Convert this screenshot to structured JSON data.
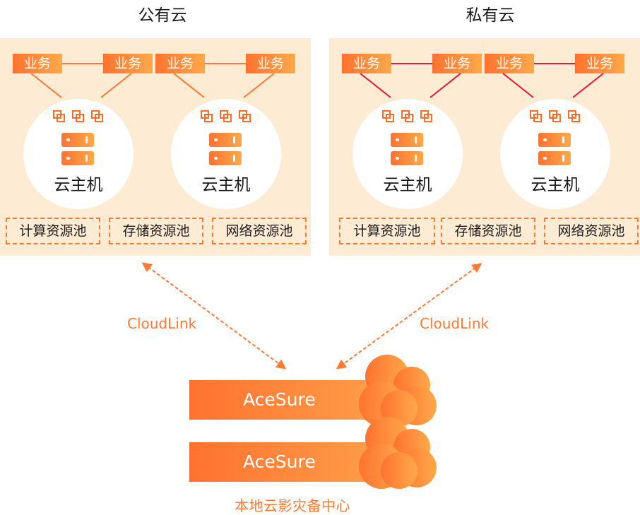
{
  "clouds": [
    {
      "title": "公有云",
      "link_color": "#ff7a30",
      "business_labels": [
        "业务",
        "业务",
        "业务",
        "业务"
      ],
      "hosts": [
        {
          "label": "云主机"
        },
        {
          "label": "云主机"
        }
      ],
      "pools": [
        "计算资源池",
        "存储资源池",
        "网络资源池"
      ]
    },
    {
      "title": "私有云",
      "link_color": "#e8173a",
      "business_labels": [
        "业务",
        "业务",
        "业务",
        "业务"
      ],
      "hosts": [
        {
          "label": "云主机"
        },
        {
          "label": "云主机"
        }
      ],
      "pools": [
        "计算资源池",
        "存储资源池",
        "网络资源池"
      ]
    }
  ],
  "links": [
    {
      "label": "CloudLink"
    },
    {
      "label": "CloudLink"
    }
  ],
  "disaster_center": {
    "nodes": [
      {
        "label": "AceSure"
      },
      {
        "label": "AceSure"
      }
    ],
    "label": "本地云影灾备中心"
  },
  "colors": {
    "accent": "#ff7230",
    "accent_light": "#ffa94a",
    "panel_bg": "#fdebd4",
    "private_link": "#e8173a"
  }
}
